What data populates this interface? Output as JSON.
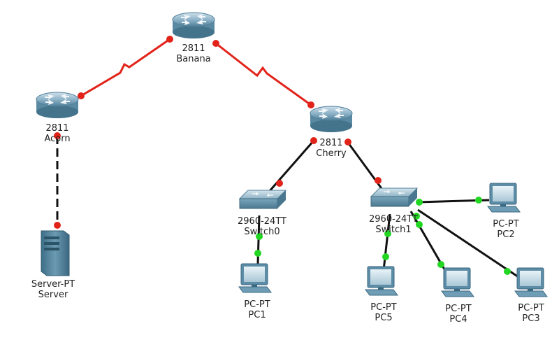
{
  "colors": {
    "serial_link": "#e2231a",
    "ethernet_link": "#111111",
    "port_down": "#e2231a",
    "port_up": "#22d622",
    "router_body": "#7fa8bf",
    "switch_body": "#6f9fb6",
    "device_body": "#5d8ea8"
  },
  "devices": {
    "banana": {
      "model": "2811",
      "name": "Banana",
      "icon": "router-icon"
    },
    "acorn": {
      "model": "2811",
      "name": "Acorn",
      "icon": "router-icon"
    },
    "cherry": {
      "model": "2811",
      "name": "Cherry",
      "icon": "router-icon"
    },
    "switch0": {
      "model": "2960-24TT",
      "name": "Switch0",
      "icon": "switch-icon"
    },
    "switch1": {
      "model": "2960-24TT",
      "name": "Switch1",
      "icon": "switch-icon"
    },
    "server": {
      "model": "Server-PT",
      "name": "Server",
      "icon": "server-icon"
    },
    "pc1": {
      "model": "PC-PT",
      "name": "PC1",
      "icon": "pc-icon"
    },
    "pc2": {
      "model": "PC-PT",
      "name": "PC2",
      "icon": "pc-icon"
    },
    "pc3": {
      "model": "PC-PT",
      "name": "PC3",
      "icon": "pc-icon"
    },
    "pc4": {
      "model": "PC-PT",
      "name": "PC4",
      "icon": "pc-icon"
    },
    "pc5": {
      "model": "PC-PT",
      "name": "PC5",
      "icon": "pc-icon"
    }
  },
  "links": [
    {
      "from": "acorn",
      "to": "banana",
      "type": "serial",
      "from_status": "down",
      "to_status": "down"
    },
    {
      "from": "banana",
      "to": "cherry",
      "type": "serial",
      "from_status": "down",
      "to_status": "down"
    },
    {
      "from": "acorn",
      "to": "server",
      "type": "crossover",
      "from_status": "down",
      "to_status": "down"
    },
    {
      "from": "cherry",
      "to": "switch0",
      "type": "straight",
      "from_status": "down",
      "to_status": "down"
    },
    {
      "from": "cherry",
      "to": "switch1",
      "type": "straight",
      "from_status": "down",
      "to_status": "down"
    },
    {
      "from": "switch0",
      "to": "pc1",
      "type": "straight",
      "from_status": "up",
      "to_status": "up"
    },
    {
      "from": "switch1",
      "to": "pc2",
      "type": "straight",
      "from_status": "up",
      "to_status": "up"
    },
    {
      "from": "switch1",
      "to": "pc3",
      "type": "straight",
      "from_status": "up",
      "to_status": "up"
    },
    {
      "from": "switch1",
      "to": "pc4",
      "type": "straight",
      "from_status": "up",
      "to_status": "up"
    },
    {
      "from": "switch1",
      "to": "pc5",
      "type": "straight",
      "from_status": "up",
      "to_status": "up"
    }
  ]
}
